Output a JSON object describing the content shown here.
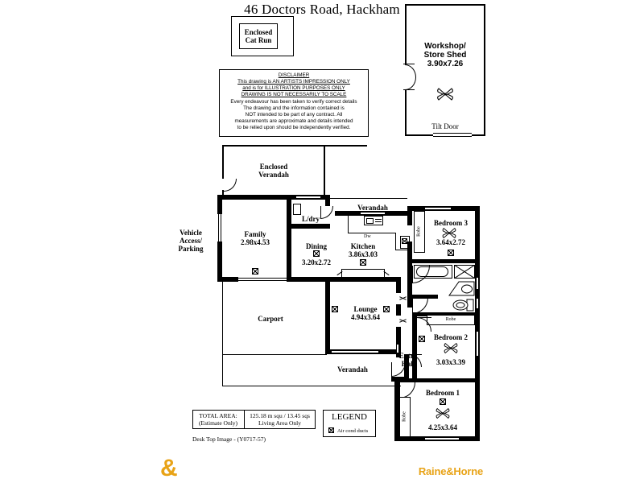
{
  "document": {
    "title": "46 Doctors Road, Hackham",
    "type": "real-estate-floor-plan"
  },
  "cat_run": {
    "line1": "Enclosed",
    "line2": "Cat Run"
  },
  "disclaimer": {
    "heading": "DISCLAIMER",
    "underlined_lines": [
      "This drawing is AN ARTISTS IMPRESSION ONLY",
      "and is for ILLUSTRATION PURPOSES ONLY",
      "DRAWING IS NOT NECESSARILY TO SCALE"
    ],
    "body_lines": [
      "Every endeavour has been taken to verify correct details",
      "The drawing and the information contained is",
      "NOT intended to be part of any contract. All",
      "measurements are approximate and details intended",
      "to be relied upon should be independently verified."
    ]
  },
  "shed": {
    "name_line1": "Workshop/",
    "name_line2": "Store Shed",
    "dimensions": "3.90x7.26",
    "door_label": "Tilt Door"
  },
  "annotations": {
    "vehicle_access": [
      "Vehicle",
      "Access/",
      "Parking"
    ]
  },
  "rooms": [
    {
      "id": "enclosed-verandah",
      "name_line1": "Enclosed",
      "name_line2": "Verandah",
      "dimensions": ""
    },
    {
      "id": "family",
      "name": "Family",
      "dimensions": "2.98x4.53"
    },
    {
      "id": "laundry",
      "name": "L/dry",
      "dimensions": ""
    },
    {
      "id": "dining",
      "name": "Dining",
      "dimensions": "3.20x2.72"
    },
    {
      "id": "kitchen",
      "name": "Kitchen",
      "dimensions": "3.86x3.03"
    },
    {
      "id": "verandah-top",
      "name": "Verandah",
      "dimensions": ""
    },
    {
      "id": "bedroom-3",
      "name": "Bedroom 3",
      "dimensions": "3.64x2.72"
    },
    {
      "id": "carport",
      "name": "Carport",
      "dimensions": ""
    },
    {
      "id": "lounge",
      "name": "Lounge",
      "dimensions": "4.94x3.64"
    },
    {
      "id": "bedroom-2",
      "name": "Bedroom 2",
      "dimensions": "3.03x3.39"
    },
    {
      "id": "verandah-bottom",
      "name": "Verandah",
      "dimensions": ""
    },
    {
      "id": "entry-hall",
      "name_line1": "Entry",
      "name_line2": "Hall",
      "dimensions": ""
    },
    {
      "id": "bedroom-1",
      "name": "Bedroom 1",
      "dimensions": "4.25x3.64"
    }
  ],
  "fixtures": {
    "robe_bed3": "Robe",
    "robe_bed2": "Robe",
    "robe_bed1": "Robe",
    "dishwasher": "Dw"
  },
  "total_area": {
    "label_line1": "TOTAL AREA:",
    "label_line2": "(Estimate Only)",
    "value_line1": "125.18 m squ /  13.45 sqs",
    "value_line2": "Living Area Only"
  },
  "desktop_image": "Desk Top Image - (Y0717-57)",
  "legend": {
    "title": "LEGEND",
    "items": [
      {
        "symbol": "air-cond-duct-icon",
        "label": "Air cond ducts"
      }
    ]
  },
  "branding": {
    "ampersand": "&",
    "name": "Raine&Horne",
    "color": "#e8a317"
  }
}
